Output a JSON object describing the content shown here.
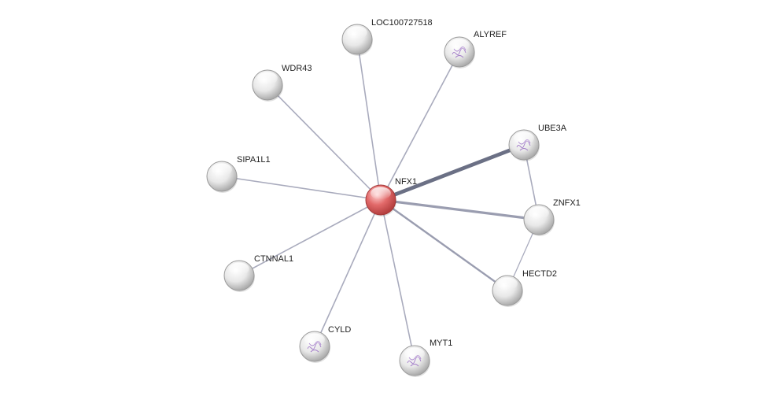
{
  "network": {
    "center_node": "NFX1",
    "nodes": [
      {
        "id": "NFX1",
        "label": "NFX1",
        "color": "#e06060",
        "center": true,
        "structure": false
      },
      {
        "id": "LOC100727518",
        "label": "LOC100727518",
        "color": "#eeeeee",
        "structure": false
      },
      {
        "id": "ALYREF",
        "label": "ALYREF",
        "color": "#eeeeee",
        "structure": true
      },
      {
        "id": "WDR43",
        "label": "WDR43",
        "color": "#eeeeee",
        "structure": false
      },
      {
        "id": "UBE3A",
        "label": "UBE3A",
        "color": "#eeeeee",
        "structure": true
      },
      {
        "id": "SIPA1L1",
        "label": "SIPA1L1",
        "color": "#eeeeee",
        "structure": false
      },
      {
        "id": "ZNFX1",
        "label": "ZNFX1",
        "color": "#eeeeee",
        "structure": false
      },
      {
        "id": "CTNNAL1",
        "label": "CTNNAL1",
        "color": "#eeeeee",
        "structure": false
      },
      {
        "id": "HECTD2",
        "label": "HECTD2",
        "color": "#eeeeee",
        "structure": false
      },
      {
        "id": "CYLD",
        "label": "CYLD",
        "color": "#eeeeee",
        "structure": true
      },
      {
        "id": "MYT1",
        "label": "MYT1",
        "color": "#eeeeee",
        "structure": true
      }
    ],
    "edges": [
      {
        "source": "NFX1",
        "target": "LOC100727518",
        "strength": 1
      },
      {
        "source": "NFX1",
        "target": "ALYREF",
        "strength": 1
      },
      {
        "source": "NFX1",
        "target": "WDR43",
        "strength": 1
      },
      {
        "source": "NFX1",
        "target": "UBE3A",
        "strength": 3
      },
      {
        "source": "NFX1",
        "target": "SIPA1L1",
        "strength": 1
      },
      {
        "source": "NFX1",
        "target": "ZNFX1",
        "strength": 2
      },
      {
        "source": "NFX1",
        "target": "CTNNAL1",
        "strength": 1
      },
      {
        "source": "NFX1",
        "target": "HECTD2",
        "strength": 1.5
      },
      {
        "source": "NFX1",
        "target": "CYLD",
        "strength": 1
      },
      {
        "source": "NFX1",
        "target": "MYT1",
        "strength": 1
      },
      {
        "source": "UBE3A",
        "target": "ZNFX1",
        "strength": 1
      },
      {
        "source": "ZNFX1",
        "target": "HECTD2",
        "strength": 0.8
      }
    ]
  }
}
